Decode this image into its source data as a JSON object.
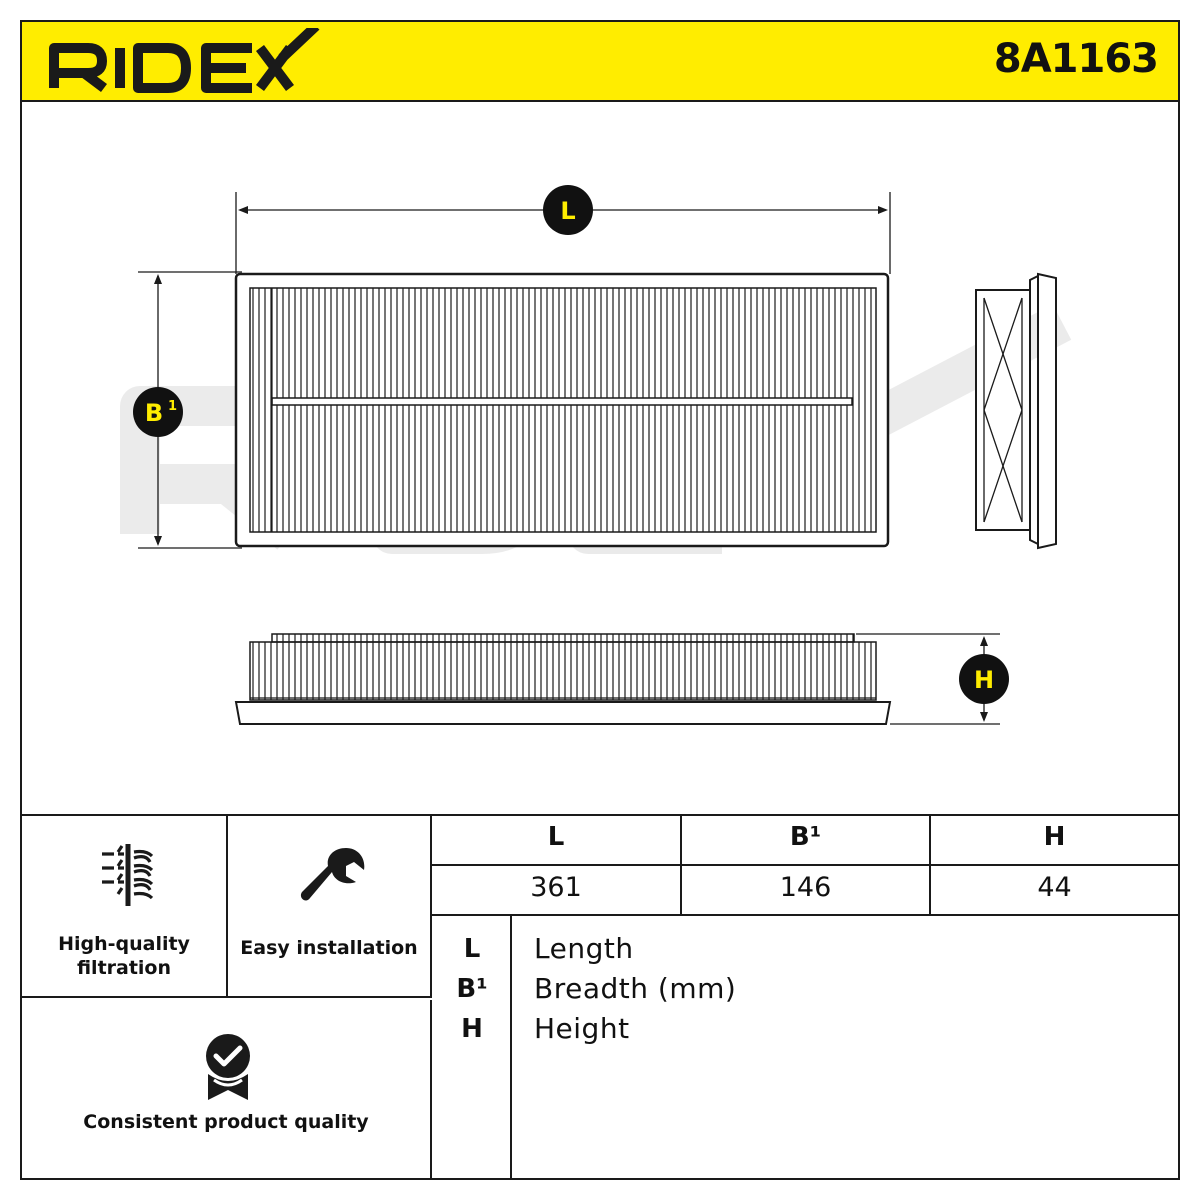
{
  "brand": {
    "name": "RIDEX",
    "color_yellow": "#ffed00",
    "color_dark": "#1a1a1a"
  },
  "part_number": "8A1163",
  "drawing": {
    "badge_length": "L",
    "badge_breadth": "B",
    "badge_breadth_sup": "1",
    "badge_height": "H"
  },
  "features": [
    {
      "label_line1": "High-quality",
      "label_line2": "filtration",
      "icon": "filtration-icon"
    },
    {
      "label_line1": "Easy installation",
      "icon": "wrench-icon"
    },
    {
      "label_line1": "Consistent product quality",
      "icon": "quality-badge-icon"
    }
  ],
  "dimensions": {
    "headers": [
      "L",
      "B¹",
      "H"
    ],
    "values": [
      "361",
      "146",
      "44"
    ]
  },
  "legend": [
    {
      "key": "L",
      "value": "Length"
    },
    {
      "key": "B¹",
      "value": "Breadth (mm)"
    },
    {
      "key": "H",
      "value": "Height"
    }
  ]
}
